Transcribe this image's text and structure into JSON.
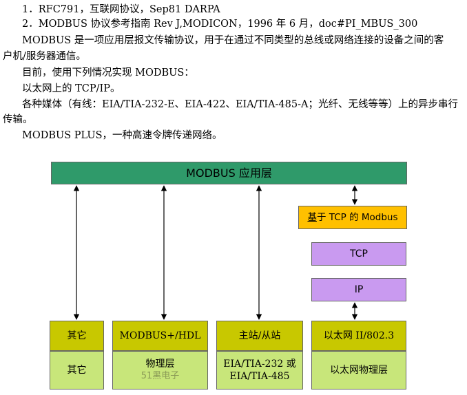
{
  "text_lines": [
    "1．RFC791，互联网协议，Sep81 DARPA",
    "2．MODBUS 协议参考指南 Rev J,MODICON，1996 年 6 月，doc#PI_MBUS_300",
    "MODBUS 是一项应用层报文传输协议，用于在通过不同类型的总线或网络连接的设备之间的客",
    "户机/服务器通信。",
    "目前，使用下列情况实现 MODBUS：",
    "以太网上的 TCP/IP。",
    "各种媒体（有线：EIA/TIA-232-E、EIA-422、EIA/TIA-485-A；光纤、无线等等）上的异步串行",
    "传输。",
    "MODBUS PLUS，一种高速令牌传递网络。"
  ],
  "diagram": {
    "top_label": "MODBUS 应用层",
    "tcp_modbus_prefix": "基",
    "tcp_modbus_rest": "于 TCP 的 Modbus",
    "tcp_label": "TCP",
    "ip_label": "IP",
    "upper_row": [
      "其它",
      "MODBUS+/HDL",
      "主站/从站",
      "以太网 II/802.3"
    ],
    "lower_row": [
      {
        "line1": "其它",
        "line2": ""
      },
      {
        "line1": "物理层",
        "line2": ""
      },
      {
        "line1": "EIA/TIA-232 或",
        "line2": "EIA/TIA-485"
      },
      {
        "line1": "以太网物理层",
        "line2": ""
      }
    ],
    "watermark": "51黑电子"
  }
}
